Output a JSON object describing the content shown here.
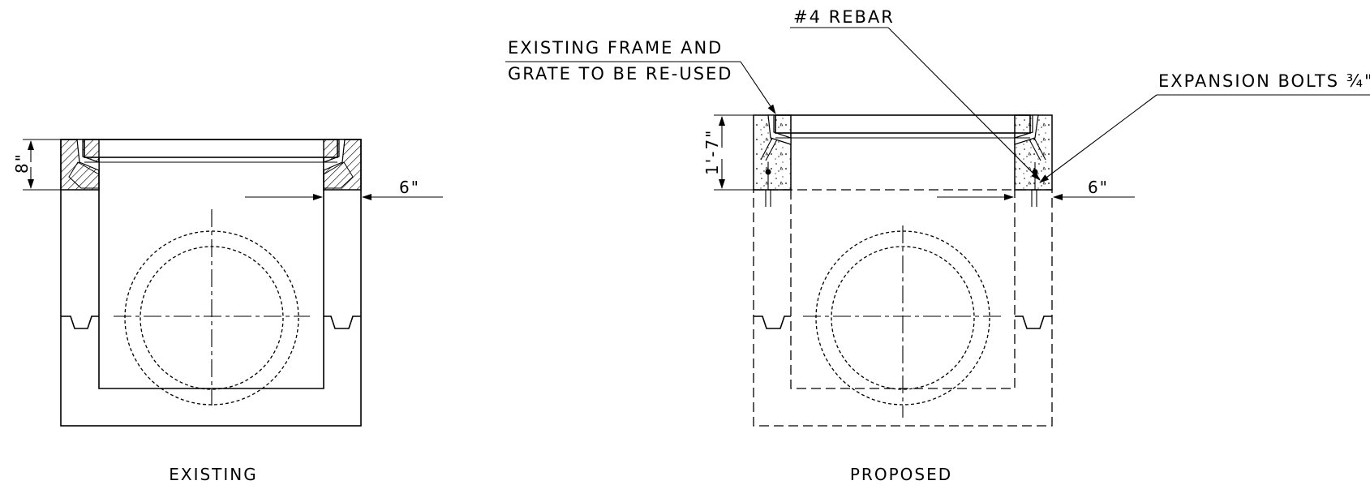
{
  "labels": {
    "existing_caption": "EXISTING",
    "proposed_caption": "PROPOSED",
    "existing_frame_line1": "EXISTING FRAME AND",
    "existing_frame_line2": "GRATE TO BE RE-USED",
    "rebar": "#4 REBAR",
    "expansion_bolts": "EXPANSION BOLTS ¾\""
  },
  "dimensions": {
    "existing_height": "8\"",
    "existing_wall": "6\"",
    "proposed_height": "1'-7\"",
    "proposed_wall": "6\""
  },
  "colors": {
    "line": "#000000",
    "background": "#ffffff"
  }
}
